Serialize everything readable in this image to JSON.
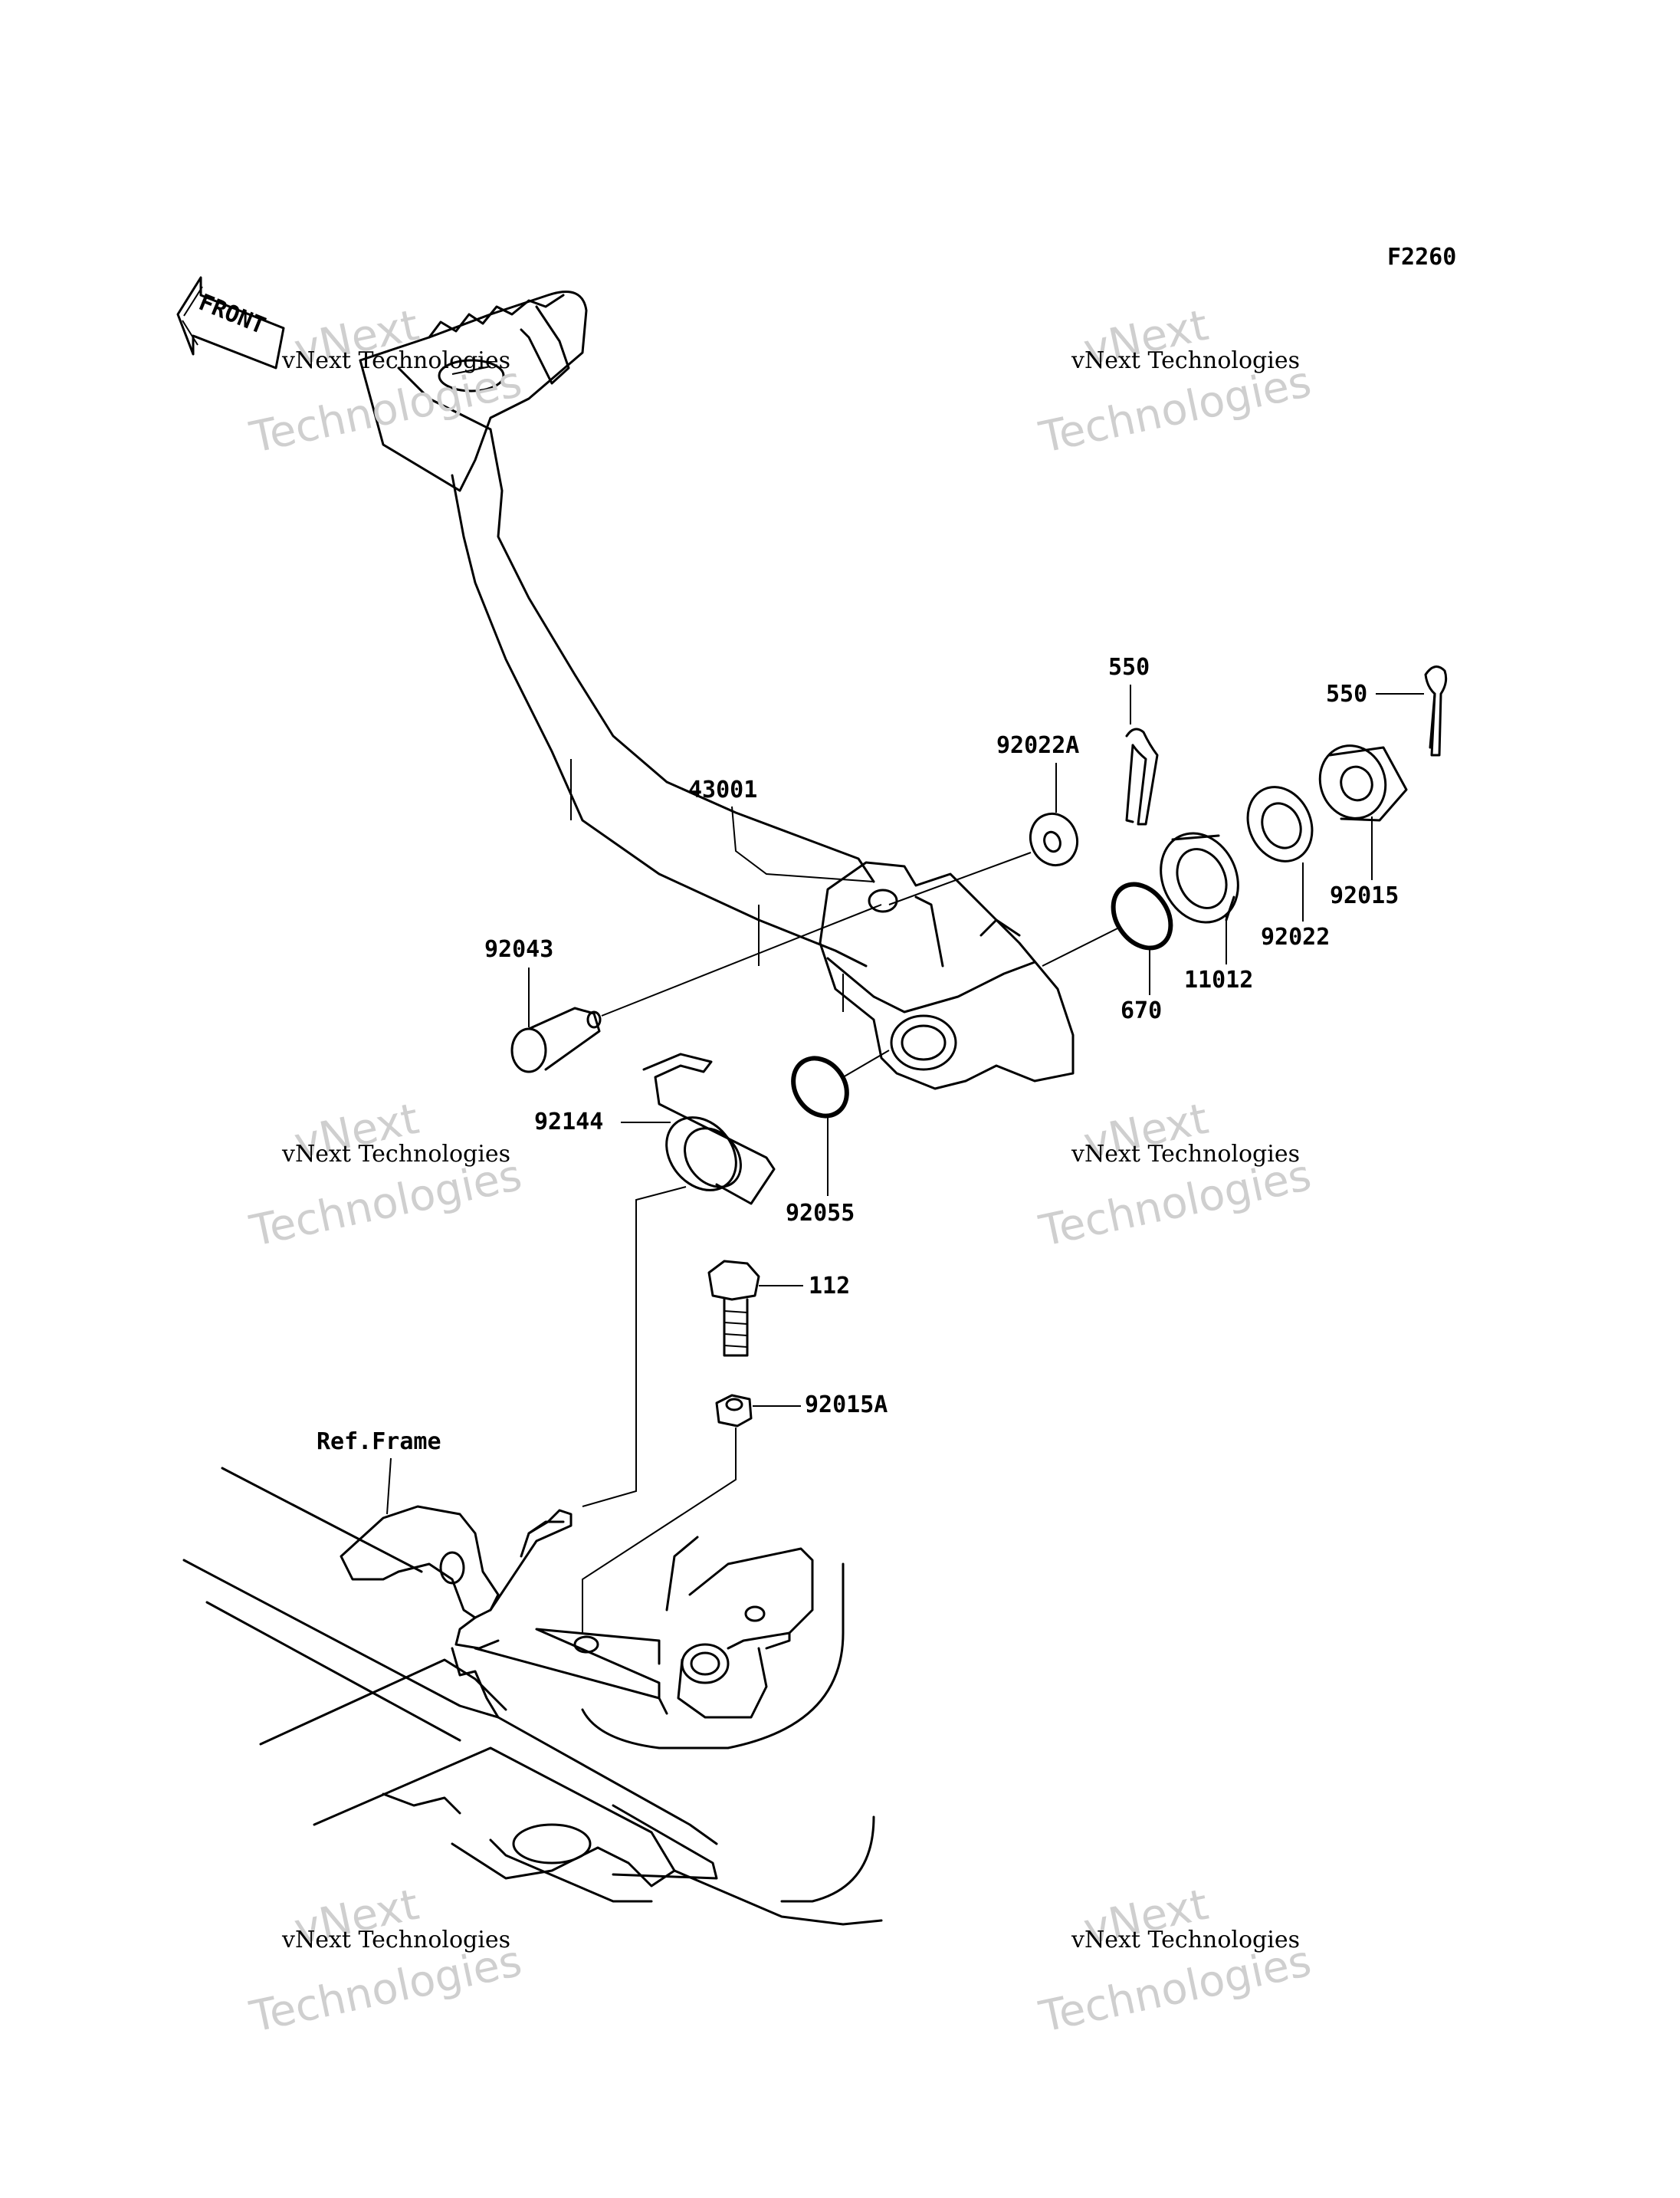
{
  "figure_code": "F2260",
  "front_arrow_label": "FRONT",
  "ref_frame_label": "Ref.Frame",
  "watermark": {
    "line1": "vNext",
    "line2": "Technologies",
    "overlay": "vNext Technologies"
  },
  "part_labels": {
    "p43001": "43001",
    "p92022A": "92022A",
    "p550_a": "550",
    "p550_b": "550",
    "p92015": "92015",
    "p92022": "92022",
    "p11012": "11012",
    "p670": "670",
    "p92043": "92043",
    "p92144": "92144",
    "p92055": "92055",
    "p112": "112",
    "p92015A": "92015A"
  }
}
